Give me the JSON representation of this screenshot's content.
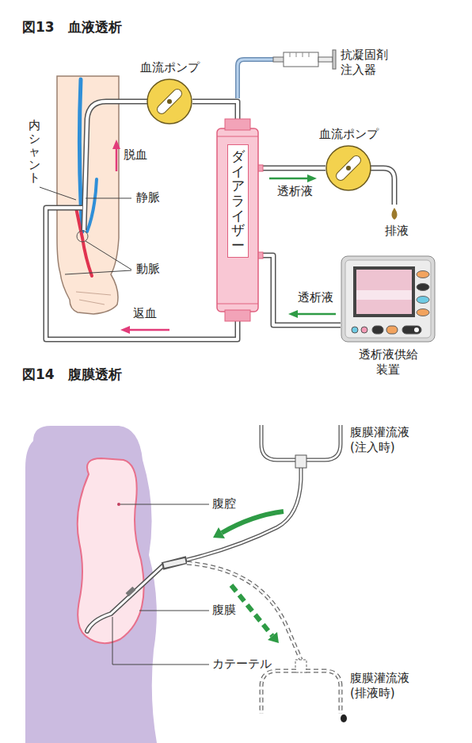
{
  "diagram": {
    "nodes": [
      {
        "text": [
          "血流ポンプ"
        ]
      },
      {
        "text": [
          "ダイアライザー"
        ]
      },
      {
        "text": [
          "血流ポンプ"
        ]
      },
      {
        "text": [
          "透析液供給 装置"
        ]
      }
    ],
    "edges": [
      {
        "from": 0,
        "to": 1,
        "arrow": "none"
      },
      {
        "from": 1,
        "to": 2,
        "label": "透析液",
        "arrow": "none"
      },
      {
        "from": 3,
        "to": 1,
        "label": "透析液",
        "arrow": "none"
      }
    ],
    "labels": [
      "図13　血液透析",
      "抗凝固剤 注入器",
      "内シャント",
      "脱血",
      "静脈",
      "動脈",
      "排液",
      "返血",
      "図14　腹膜透析",
      "腹腔",
      "腹膜",
      "カテーテル",
      "腹膜灌流液 (注入時)",
      "腹膜灌流液 (排液時)"
    ]
  }
}
